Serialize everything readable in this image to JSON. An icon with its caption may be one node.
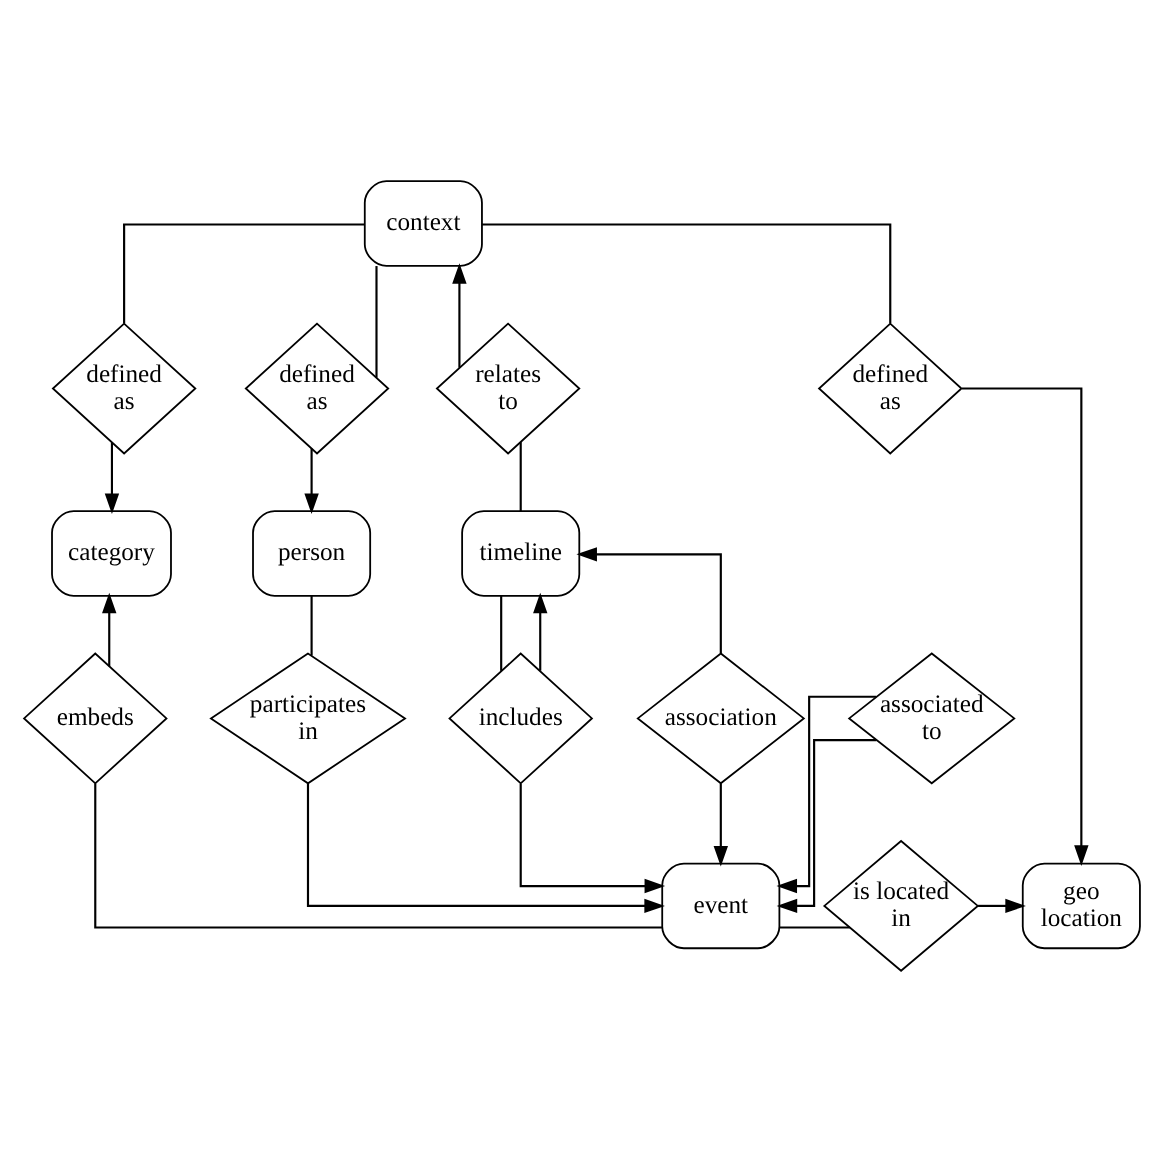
{
  "diagram": {
    "nodes": [
      {
        "text": [
          "context"
        ]
      },
      {
        "text": [
          "defined as"
        ]
      },
      {
        "text": [
          "relates to"
        ]
      },
      {
        "text": [
          "defined as"
        ]
      },
      {
        "text": [
          "defined as"
        ]
      },
      {
        "text": [
          "person"
        ]
      },
      {
        "text": [
          "timeline"
        ]
      },
      {
        "text": [
          "category"
        ]
      },
      {
        "text": [
          "participates in"
        ]
      },
      {
        "text": [
          "association"
        ]
      },
      {
        "text": [
          "includes"
        ]
      },
      {
        "text": [
          "embeds"
        ]
      },
      {
        "text": [
          "event"
        ]
      },
      {
        "text": [
          "is located in"
        ]
      },
      {
        "text": [
          "geo location"
        ]
      },
      {
        "text": [
          "associated to"
        ]
      }
    ],
    "edges": [
      {
        "from": 0,
        "to": 1,
        "arrow": "none"
      },
      {
        "from": 1,
        "to": 5,
        "arrow": "to"
      },
      {
        "from": 2,
        "to": 0,
        "arrow": "to"
      },
      {
        "from": 6,
        "to": 2,
        "arrow": "none"
      },
      {
        "from": 0,
        "to": 3,
        "arrow": "none"
      },
      {
        "from": 3,
        "to": 7,
        "arrow": "to"
      },
      {
        "from": 0,
        "to": 4,
        "arrow": "none"
      },
      {
        "from": 4,
        "to": 14,
        "arrow": "to"
      },
      {
        "from": 5,
        "to": 8,
        "arrow": "none"
      },
      {
        "from": 8,
        "to": 12,
        "arrow": "to"
      },
      {
        "from": 9,
        "to": 6,
        "arrow": "to"
      },
      {
        "from": 9,
        "to": 12,
        "arrow": "to"
      },
      {
        "from": 6,
        "to": 10,
        "arrow": "none"
      },
      {
        "from": 10,
        "to": 12,
        "arrow": "to"
      },
      {
        "from": 10,
        "to": 6,
        "arrow": "to"
      },
      {
        "from": 12,
        "to": 11,
        "arrow": "none"
      },
      {
        "from": 11,
        "to": 7,
        "arrow": "to"
      },
      {
        "from": 12,
        "to": 13,
        "arrow": "none"
      },
      {
        "from": 13,
        "to": 14,
        "arrow": "to"
      },
      {
        "from": 15,
        "to": 12,
        "arrow": "to"
      },
      {
        "from": 15,
        "to": 12,
        "arrow": "to"
      }
    ]
  }
}
